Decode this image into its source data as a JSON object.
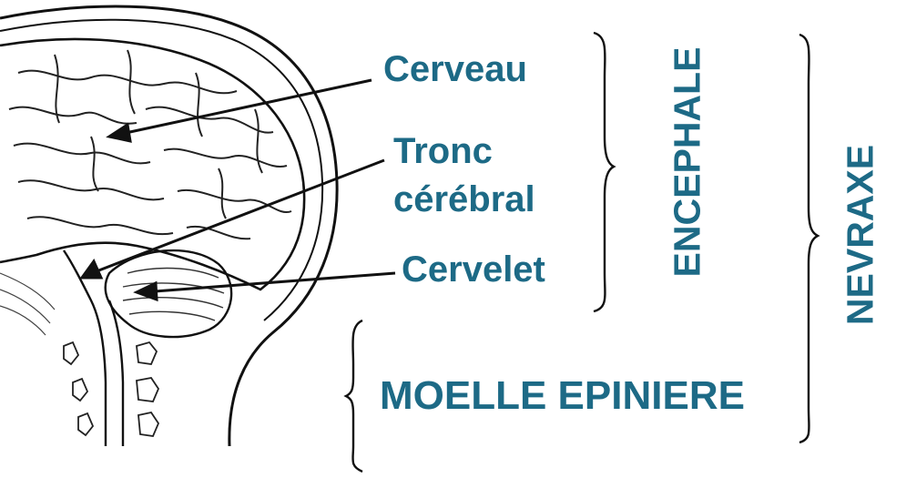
{
  "labels": {
    "cerveau": "Cerveau",
    "tronc_line1": "Tronc",
    "tronc_line2": "cérébral",
    "cervelet": "Cervelet",
    "moelle": "MOELLE EPINIERE",
    "encephale": "ENCEPHALE",
    "nevraxe": "NEVRAXE"
  },
  "colors": {
    "label": "#1d6a86",
    "ink": "#111111",
    "background": "#ffffff"
  }
}
